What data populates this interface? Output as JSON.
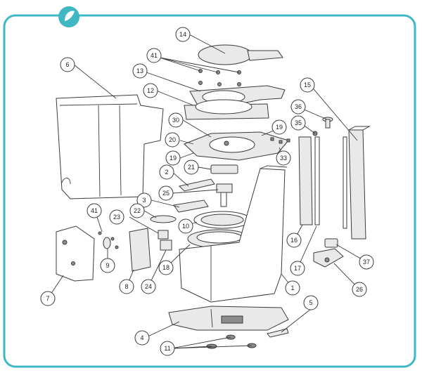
{
  "frame": {
    "border_color": "#3fb8c4"
  },
  "logo": {
    "icon": "brand-leaf-logo"
  },
  "callouts": [
    {
      "id": "c14",
      "label": "14"
    },
    {
      "id": "c41a",
      "label": "41"
    },
    {
      "id": "c13",
      "label": "13"
    },
    {
      "id": "c6",
      "label": "6"
    },
    {
      "id": "c12",
      "label": "12"
    },
    {
      "id": "c15",
      "label": "15"
    },
    {
      "id": "c36",
      "label": "36"
    },
    {
      "id": "c30",
      "label": "30"
    },
    {
      "id": "c19a",
      "label": "19"
    },
    {
      "id": "c35",
      "label": "35"
    },
    {
      "id": "c20",
      "label": "20"
    },
    {
      "id": "c33",
      "label": "33"
    },
    {
      "id": "c19b",
      "label": "19"
    },
    {
      "id": "c21",
      "label": "21"
    },
    {
      "id": "c2",
      "label": "2"
    },
    {
      "id": "c25",
      "label": "25"
    },
    {
      "id": "c3",
      "label": "3"
    },
    {
      "id": "c41b",
      "label": "41"
    },
    {
      "id": "c23",
      "label": "23"
    },
    {
      "id": "c22",
      "label": "22"
    },
    {
      "id": "c10",
      "label": "10"
    },
    {
      "id": "c16",
      "label": "16"
    },
    {
      "id": "c37",
      "label": "37"
    },
    {
      "id": "c9",
      "label": "9"
    },
    {
      "id": "c18",
      "label": "18"
    },
    {
      "id": "c17",
      "label": "17"
    },
    {
      "id": "c8",
      "label": "8"
    },
    {
      "id": "c24",
      "label": "24"
    },
    {
      "id": "c26",
      "label": "26"
    },
    {
      "id": "c7",
      "label": "7"
    },
    {
      "id": "c1",
      "label": "1"
    },
    {
      "id": "c5",
      "label": "5"
    },
    {
      "id": "c4",
      "label": "4"
    },
    {
      "id": "c11",
      "label": "11"
    }
  ]
}
